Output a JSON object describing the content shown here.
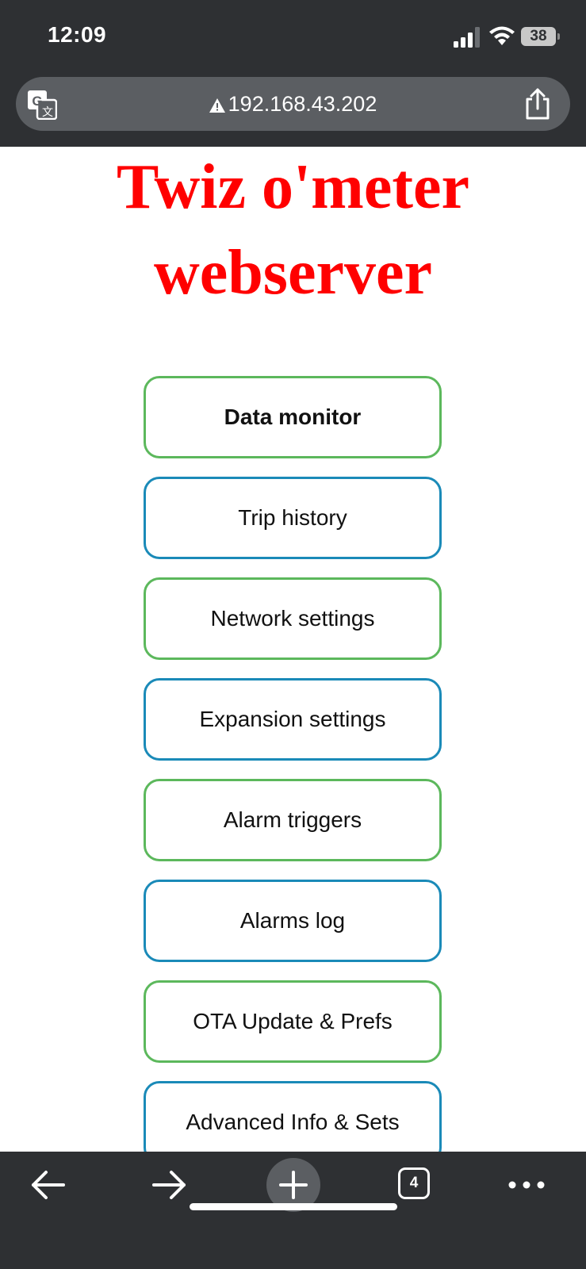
{
  "status_bar": {
    "time": "12:09",
    "battery": "38",
    "icons": [
      "signal-icon",
      "wifi-icon",
      "battery-icon"
    ]
  },
  "browser": {
    "url": "192.168.43.202",
    "security_icon": "warning-icon",
    "left_icon": "translate-icon",
    "right_icon": "share-icon"
  },
  "page": {
    "title": "Twiz o'meter webserver",
    "colors": {
      "title": "#ff0000",
      "border_green": "#5cb85c",
      "border_blue": "#1a8ab8"
    },
    "menu": [
      {
        "label": "Data monitor",
        "style": "green",
        "bold": true
      },
      {
        "label": "Trip history",
        "style": "blue",
        "bold": false
      },
      {
        "label": "Network settings",
        "style": "green",
        "bold": false
      },
      {
        "label": "Expansion settings",
        "style": "blue",
        "bold": false
      },
      {
        "label": "Alarm triggers",
        "style": "green",
        "bold": false
      },
      {
        "label": "Alarms log",
        "style": "blue",
        "bold": false
      },
      {
        "label": "OTA Update & Prefs",
        "style": "green",
        "bold": false
      },
      {
        "label": "Advanced Info & Sets",
        "style": "blue",
        "bold": false
      }
    ]
  },
  "toolbar": {
    "tab_count": "4",
    "icons": [
      "back-arrow-icon",
      "forward-arrow-icon",
      "plus-icon",
      "tabs-icon",
      "more-icon"
    ]
  }
}
